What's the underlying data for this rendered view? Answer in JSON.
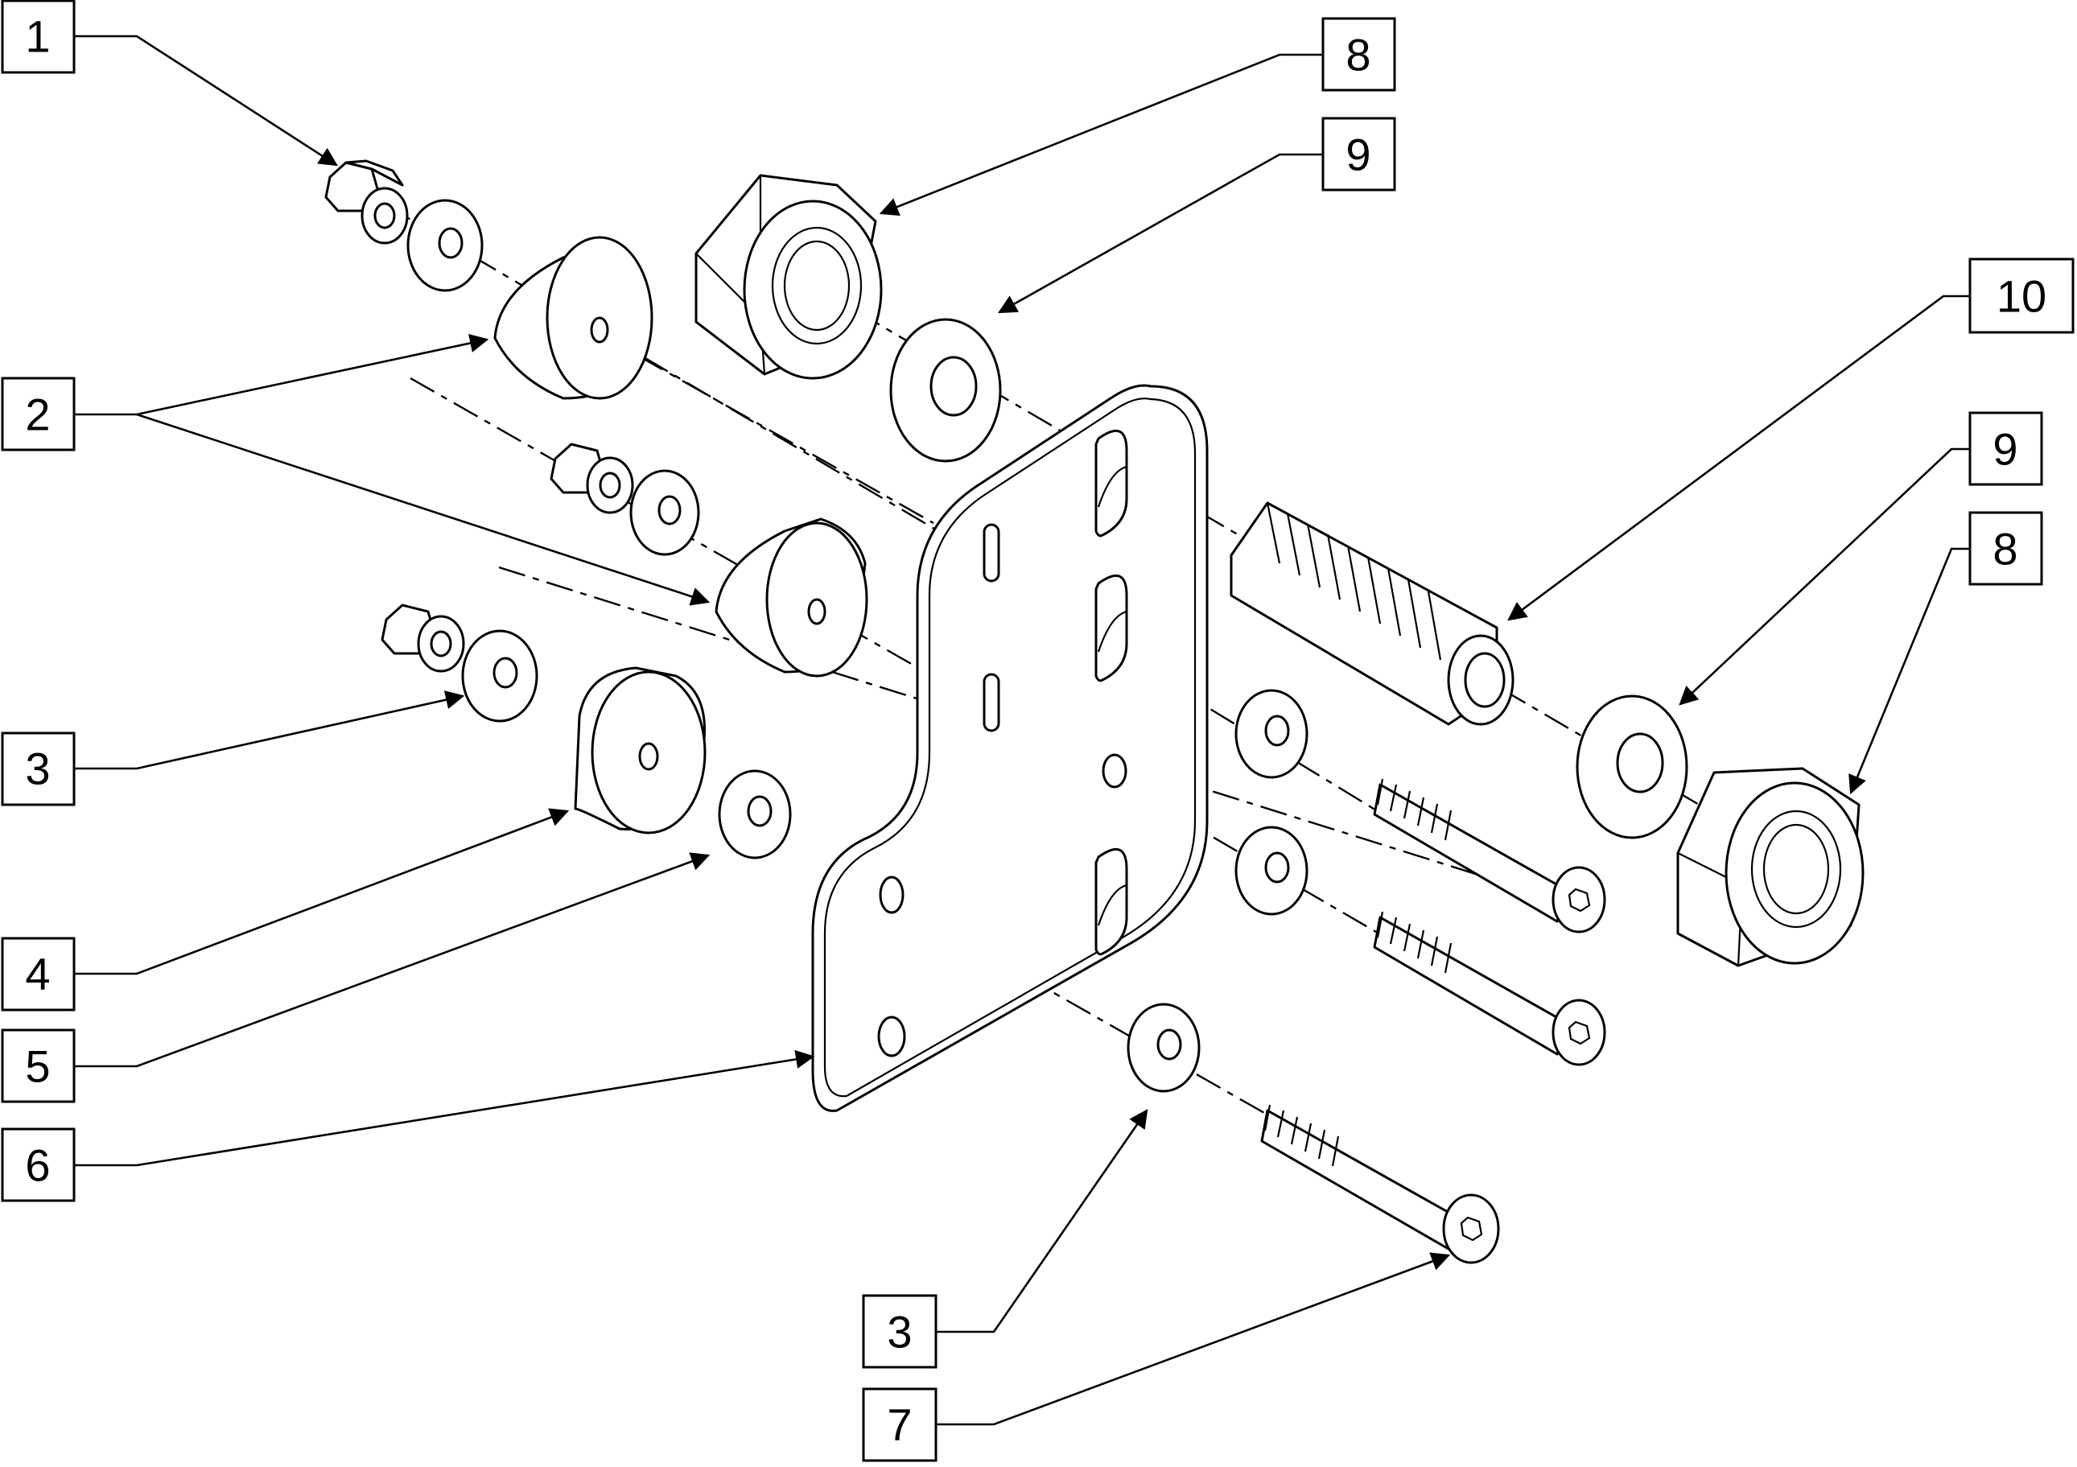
{
  "callouts": [
    {
      "id": "c1",
      "label": "1"
    },
    {
      "id": "c2",
      "label": "2"
    },
    {
      "id": "c3a",
      "label": "3"
    },
    {
      "id": "c4",
      "label": "4"
    },
    {
      "id": "c5",
      "label": "5"
    },
    {
      "id": "c6",
      "label": "6"
    },
    {
      "id": "c8a",
      "label": "8"
    },
    {
      "id": "c9a",
      "label": "9"
    },
    {
      "id": "c10",
      "label": "10"
    },
    {
      "id": "c9b",
      "label": "9"
    },
    {
      "id": "c8b",
      "label": "8"
    },
    {
      "id": "c3b",
      "label": "3"
    },
    {
      "id": "c7",
      "label": "7"
    }
  ]
}
